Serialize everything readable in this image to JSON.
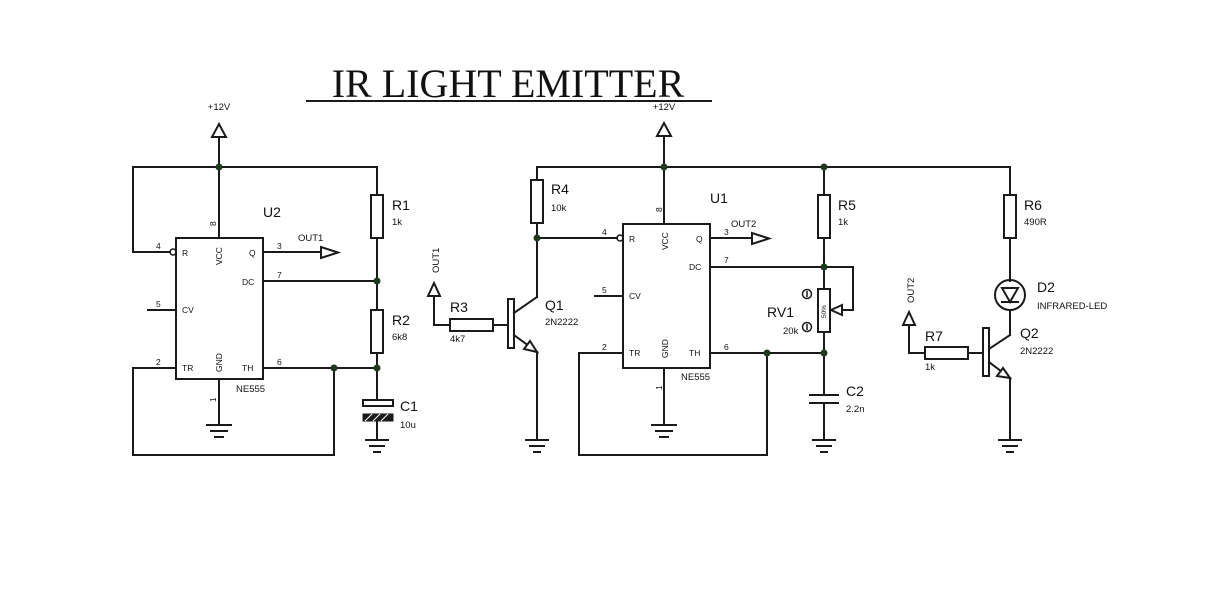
{
  "title": "IR LIGHT EMITTER",
  "rails": {
    "vcc_left": "+12V",
    "vcc_right": "+12V"
  },
  "ics": {
    "u2": {
      "ref": "U2",
      "part": "NE555"
    },
    "u1": {
      "ref": "U1",
      "part": "NE555"
    },
    "pin_names": {
      "r": "R",
      "vcc": "VCC",
      "q": "Q",
      "dc": "DC",
      "cv": "CV",
      "tr": "TR",
      "gnd": "GND",
      "th": "TH"
    },
    "pin_numbers": {
      "r": "4",
      "vcc": "8",
      "q": "3",
      "dc": "7",
      "cv": "5",
      "tr": "2",
      "gnd": "1",
      "th": "6"
    }
  },
  "components": {
    "r1": {
      "ref": "R1",
      "value": "1k"
    },
    "r2": {
      "ref": "R2",
      "value": "6k8"
    },
    "c1": {
      "ref": "C1",
      "value": "10u"
    },
    "r3": {
      "ref": "R3",
      "value": "4k7"
    },
    "r4": {
      "ref": "R4",
      "value": "10k"
    },
    "q1": {
      "ref": "Q1",
      "value": "2N2222"
    },
    "r5": {
      "ref": "R5",
      "value": "1k"
    },
    "rv1": {
      "ref": "RV1",
      "value": "20k",
      "setting": "50%"
    },
    "c2": {
      "ref": "C2",
      "value": "2.2n"
    },
    "r6": {
      "ref": "R6",
      "value": "490R"
    },
    "d2": {
      "ref": "D2",
      "value": "INFRARED-LED"
    },
    "r7": {
      "ref": "R7",
      "value": "1k"
    },
    "q2": {
      "ref": "Q2",
      "value": "2N2222"
    }
  },
  "nets": {
    "out1_output": "OUT1",
    "out1_input": "OUT1",
    "out2_output": "OUT2",
    "out2_input": "OUT2"
  },
  "icons": [
    "power-arrow-icon",
    "ground-icon",
    "net-flag-icon",
    "pot-increment-icon",
    "pot-decrement-icon"
  ]
}
